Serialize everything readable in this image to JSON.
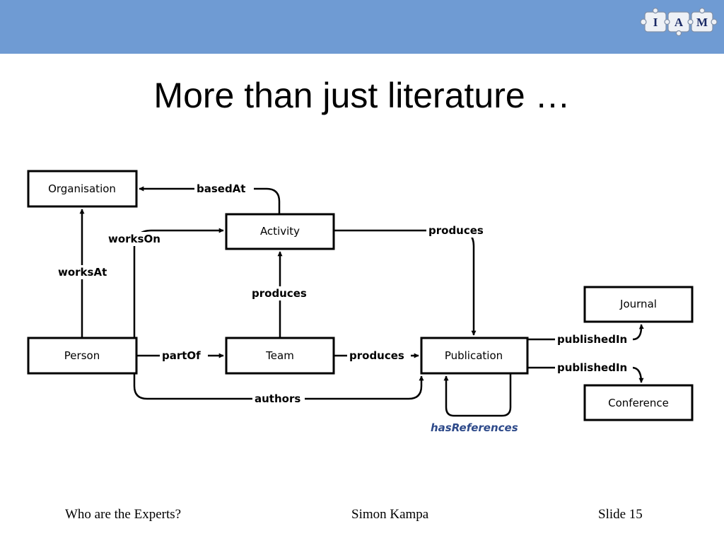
{
  "logo": {
    "letters": [
      "I",
      "A",
      "M"
    ]
  },
  "slide": {
    "title": "More than just literature …"
  },
  "nodes": {
    "organisation": "Organisation",
    "activity": "Activity",
    "person": "Person",
    "team": "Team",
    "publication": "Publication",
    "journal": "Journal",
    "conference": "Conference"
  },
  "edges": {
    "basedAt": "basedAt",
    "worksOn": "worksOn",
    "worksAt": "worksAt",
    "produces_activity_publication": "produces",
    "produces_team_activity": "produces",
    "partOf": "partOf",
    "produces_team_publication": "produces",
    "authors": "authors",
    "publishedIn_journal": "publishedIn",
    "publishedIn_conference": "publishedIn",
    "hasReferences": "hasReferences"
  },
  "colors": {
    "header": "#6f9bd3",
    "hasReferences": "#2e4a8a"
  },
  "footer": {
    "left": "Who are the Experts?",
    "center": "Simon Kampa",
    "right": "Slide 15"
  }
}
